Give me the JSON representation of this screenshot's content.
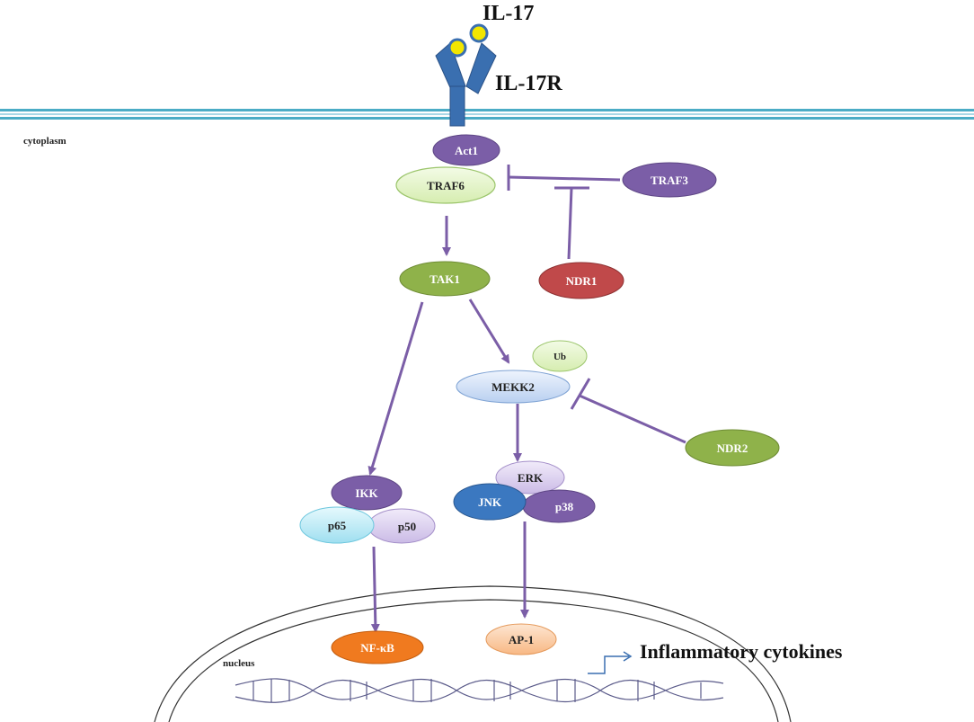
{
  "labels": {
    "ligand": "IL-17",
    "receptor": "IL-17R",
    "cytoplasm": "cytoplasm",
    "nucleus": "nucleus",
    "output": "Inflammatory cytokines"
  },
  "nodes": {
    "act1": "Act1",
    "traf6": "TRAF6",
    "traf3": "TRAF3",
    "tak1": "TAK1",
    "ndr1": "NDR1",
    "ub": "Ub",
    "mekk2": "MEKK2",
    "ndr2": "NDR2",
    "ikk": "IKK",
    "p65": "p65",
    "p50": "p50",
    "erk": "ERK",
    "jnk": "JNK",
    "p38": "p38",
    "nfkb": "NF-κB",
    "ap1": "AP-1"
  },
  "colors": {
    "membrane": "#4bacc6",
    "arrow": "#7b5ea7",
    "receptor": "#3a6fb0",
    "ligand": "#f2e600",
    "purple_node": "#7b5ea7",
    "light_green_node": "#e4f5c8",
    "green_node": "#8fb24a",
    "red_node": "#c0494a",
    "light_blue_node": "#cfe0f7",
    "cyan_node": "#bcecf7",
    "lavender_node": "#ddd2ef",
    "dark_blue_node": "#3b78c0",
    "orange_node": "#f07a1f",
    "peach_node": "#fbcfaa"
  }
}
